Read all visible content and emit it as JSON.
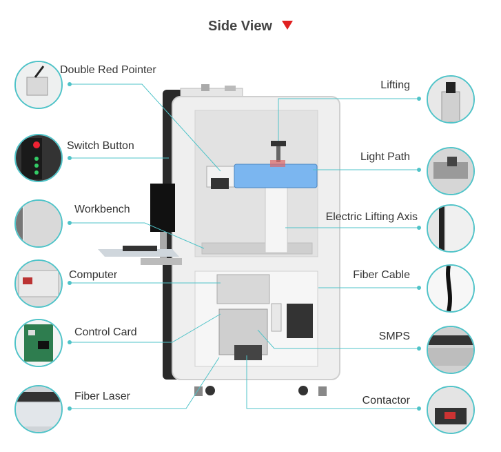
{
  "title": "Side View",
  "left_callouts": [
    {
      "id": "double-red-pointer",
      "label": "Double Red Pointer"
    },
    {
      "id": "switch-button",
      "label": "Switch Button"
    },
    {
      "id": "workbench",
      "label": "Workbench"
    },
    {
      "id": "computer",
      "label": "Computer"
    },
    {
      "id": "control-card",
      "label": "Control Card"
    },
    {
      "id": "fiber-laser",
      "label": "Fiber Laser"
    }
  ],
  "right_callouts": [
    {
      "id": "lifting",
      "label": "Lifting"
    },
    {
      "id": "light-path",
      "label": "Light Path"
    },
    {
      "id": "electric-lifting-axis",
      "label": "Electric Lifting Axis"
    },
    {
      "id": "fiber-cable",
      "label": "Fiber Cable"
    },
    {
      "id": "smps",
      "label": "SMPS"
    },
    {
      "id": "contactor",
      "label": "Contactor"
    }
  ],
  "colors": {
    "accent": "#4fc3c8",
    "title_marker": "#e02020",
    "laser_blue": "#7bb6f0"
  }
}
